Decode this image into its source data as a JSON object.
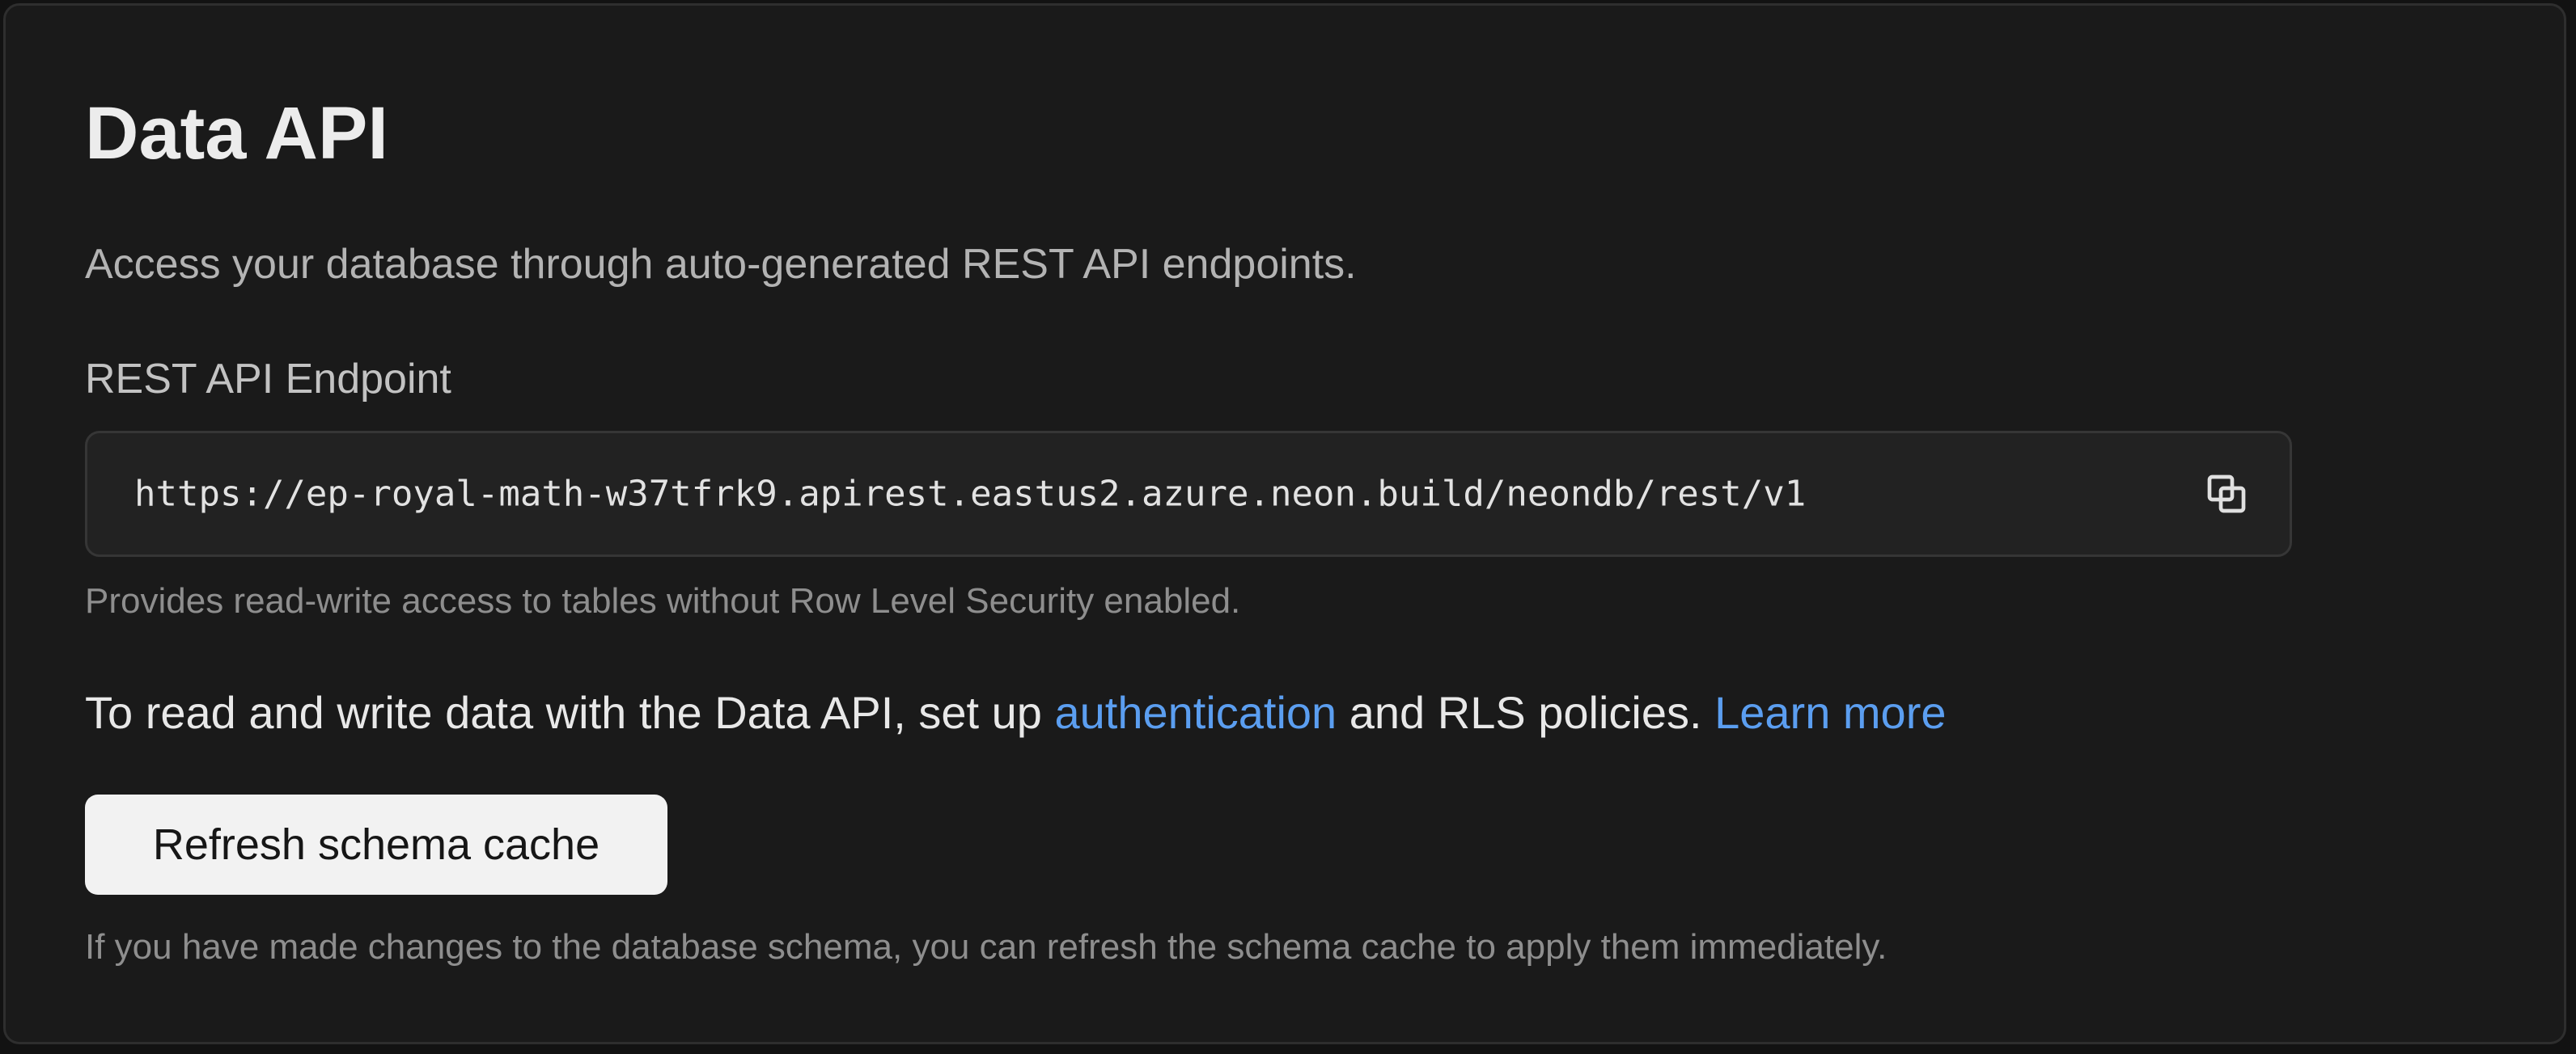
{
  "panel": {
    "title": "Data API",
    "description": "Access your database through auto-generated REST API endpoints."
  },
  "endpoint": {
    "label": "REST API Endpoint",
    "url": "https://ep-royal-math-w37tfrk9.apirest.eastus2.azure.neon.build/neondb/rest/v1",
    "copy_icon": "copy-icon",
    "hint": "Provides read-write access to tables without Row Level Security enabled."
  },
  "rls": {
    "prefix": "To read and write data with the Data API, set up ",
    "auth_link": "authentication",
    "middle": " and RLS policies. ",
    "learn_more_link": "Learn more"
  },
  "schema": {
    "refresh_button": "Refresh schema cache",
    "hint": "If you have made changes to the database schema, you can refresh the schema cache to apply them immediately."
  },
  "colors": {
    "background": "#1a1a1a",
    "link": "#5b9ef0",
    "button_bg": "#f2f2f2"
  }
}
